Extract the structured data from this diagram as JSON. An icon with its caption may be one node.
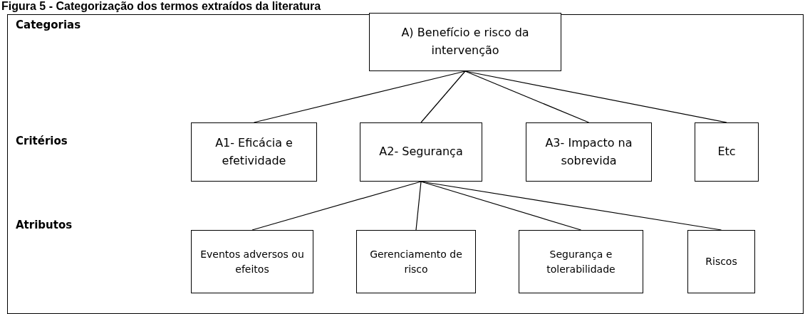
{
  "diagram": {
    "title": "Figura 5 - Categorização dos termos extraídos da literatura",
    "nodes": [
      {
        "text": [
          "A) Benefício e risco da intervenção"
        ]
      },
      {
        "text": [
          "A1- Eficácia e efetividade"
        ]
      },
      {
        "text": [
          "A2- Segurança"
        ]
      },
      {
        "text": [
          "A3- Impacto na sobrevida"
        ]
      },
      {
        "text": [
          "Etc"
        ]
      },
      {
        "text": [
          "Eventos adversos ou efeitos"
        ]
      },
      {
        "text": [
          "Gerenciamento de risco"
        ]
      },
      {
        "text": [
          "Segurança e tolerabilidade"
        ]
      },
      {
        "text": [
          "Riscos"
        ]
      }
    ],
    "edges": [
      {
        "from": 0,
        "to": 1,
        "arrow": "none"
      },
      {
        "from": 0,
        "to": 2,
        "arrow": "none"
      },
      {
        "from": 0,
        "to": 3,
        "arrow": "none"
      },
      {
        "from": 0,
        "to": 4,
        "arrow": "none"
      },
      {
        "from": 2,
        "to": 5,
        "arrow": "none"
      },
      {
        "from": 2,
        "to": 6,
        "arrow": "none"
      },
      {
        "from": 2,
        "to": 7,
        "arrow": "none"
      },
      {
        "from": 2,
        "to": 8,
        "arrow": "none"
      }
    ],
    "labels": [
      "Categorias",
      "Critérios",
      "Atributos"
    ]
  }
}
